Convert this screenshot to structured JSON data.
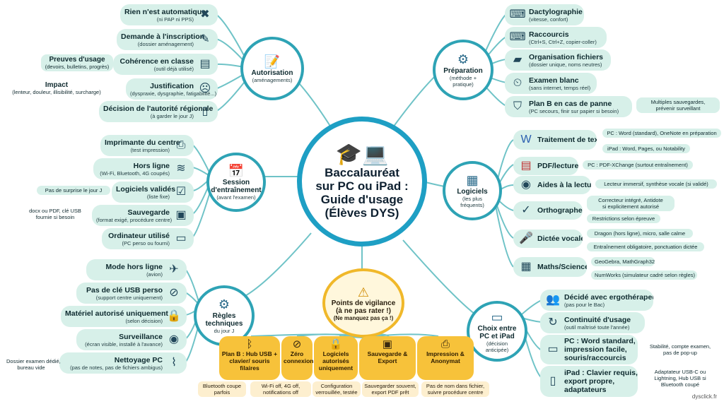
{
  "center": {
    "title": "Baccalauréat\nsur PC ou iPad :\nGuide d'usage\n(Élèves DYS)"
  },
  "autorisation": {
    "title": "Autorisation",
    "sub": "(aménagements)",
    "items": [
      {
        "t": "Rien n'est automatique",
        "s": "(ni PAP ni PPS)"
      },
      {
        "t": "Demande à l'inscription",
        "s": "(dossier aménagement)"
      },
      {
        "t": "Cohérence en classe",
        "s": "(outil déjà utilisé)"
      },
      {
        "t": "Justification",
        "s": "(dyspraxie, dysgraphie, fatigabilité...)"
      },
      {
        "t": "Décision de l'autorité régionale",
        "s": "(à garder le jour J)"
      }
    ],
    "notes": [
      "Preuves d'usage",
      "(devoirs, bulletins, progrès)",
      "Impact",
      "(lenteur, douleur, illisibilité, surcharge)"
    ]
  },
  "session": {
    "title": "Session",
    "title2": "d'entraînement",
    "sub": "(avant l'examen)",
    "items": [
      {
        "t": "Imprimante du centre",
        "s": "(test impression)"
      },
      {
        "t": "Hors ligne",
        "s": "(Wi-Fi, Bluetooth, 4G coupés)"
      },
      {
        "t": "Logiciels validés",
        "s": "(liste fixe)"
      },
      {
        "t": "Sauvegarde",
        "s": "(format exigé, procédure centre)"
      },
      {
        "t": "Ordinateur utilisé",
        "s": "(PC perso ou fourni)"
      }
    ],
    "notes": [
      "Pas de surprise le jour J",
      "docx ou PDF, clé USB",
      "fournie si besoin"
    ]
  },
  "regles": {
    "title": "Règles",
    "title2": "techniques",
    "sub": "du jour J",
    "items": [
      {
        "t": "Mode hors ligne",
        "s": "(avion)"
      },
      {
        "t": "Pas de clé USB perso",
        "s": "(support centre uniquement)"
      },
      {
        "t": "Matériel autorisé uniquement",
        "s": "(selon décision)"
      },
      {
        "t": "Surveillance",
        "s": "(écran visible, installé à l'avance)"
      },
      {
        "t": "Nettoyage PC",
        "s": "(pas de notes, pas de fichiers ambigus)"
      }
    ],
    "notes": [
      "Dossier examen dédié,",
      "bureau vide"
    ]
  },
  "preparation": {
    "title": "Préparation",
    "sub": "(méthode +",
    "sub2": "pratique)",
    "items": [
      {
        "t": "Dactylographie",
        "s": "(vitesse, confort)"
      },
      {
        "t": "Raccourcis",
        "s": "(Ctrl+S, Ctrl+Z, copier-coller)"
      },
      {
        "t": "Organisation fichiers",
        "s": "(dossier unique, noms neutres)"
      },
      {
        "t": "Examen blanc",
        "s": "(sans internet, temps réel)"
      },
      {
        "t": "Plan B en cas de panne",
        "s": "(PC secours, finir sur papier si besoin)"
      }
    ],
    "notes": [
      "Multiples sauvegardes,",
      "prévenir surveillant"
    ]
  },
  "logiciels": {
    "title": "Logiciels",
    "sub": "(les plus",
    "sub2": "fréquents)",
    "items": [
      {
        "t": "Traitement de texte",
        "s": ""
      },
      {
        "t": "PDF/lecture",
        "s": ""
      },
      {
        "t": "Aides à la lecture",
        "s": ""
      },
      {
        "t": "Orthographe",
        "s": ""
      },
      {
        "t": "Dictée vocale",
        "s": ""
      },
      {
        "t": "Maths/Sciences",
        "s": ""
      }
    ],
    "notes": [
      "PC : Word (standard), OneNote en préparation",
      "iPad : Word, Pages, ou Notability",
      "PC : PDF-XChange (surtout entraînement)",
      "Lecteur immersif, synthèse vocale (si validé)",
      "Correcteur intégré, Antidote",
      "si explicitement autorisé",
      "Restrictions selon épreuve",
      "Dragon (hors ligne), micro, salle calme",
      "Entraînement obligatoire, ponctuation dictée",
      "GeoGebra, MathGraph32",
      "NumWorks (simulateur cadré selon règles)"
    ]
  },
  "choix": {
    "title": "Choix entre",
    "title2": "PC et iPad",
    "sub": "(décision",
    "sub2": "anticipée)",
    "items": [
      {
        "t": "Décidé avec ergothérapeute",
        "s": "(pas pour le Bac)"
      },
      {
        "t": "Continuité d'usage",
        "s": "(outil maîtrisé toute l'année)"
      },
      {
        "t": "PC : Word standard,",
        "t2": "impression facile,",
        "t3": "souris/raccourcis"
      },
      {
        "t": "iPad : Clavier requis,",
        "t2": "export propre,",
        "t3": "adaptateurs"
      }
    ],
    "notes": [
      "Stabilité, compte examen,",
      "pas de pop-up",
      "Adaptateur USB-C ou",
      "Lightning, Hub USB si",
      "Bluetooth coupé"
    ]
  },
  "vigilance": {
    "title": "Points de vigilance",
    "title2": "(à ne pas rater !)",
    "sub": "(Ne manquez pas ça !)",
    "cards": [
      {
        "l": "Plan B : Hub USB + clavier/ souris filaires",
        "n": "Bluetooth coupe parfois"
      },
      {
        "l": "Zéro connexion",
        "n": "Wi-Fi off, 4G off, notifications off"
      },
      {
        "l": "Logiciels autorisés uniquement",
        "n": "Configuration verrouillée, testée"
      },
      {
        "l": "Sauvegarde & Export",
        "n": "Sauvegarder souvent, export PDF prêt"
      },
      {
        "l": "Impression & Anonymat",
        "n": "Pas de nom dans fichier, suivre procédure centre"
      }
    ]
  },
  "credit": "dysclick.fr",
  "colors": {
    "leaf": "#d7f0e9",
    "border": "#2ea3b5",
    "center": "#1e9fc4",
    "vigilance": "#f7c23a"
  }
}
